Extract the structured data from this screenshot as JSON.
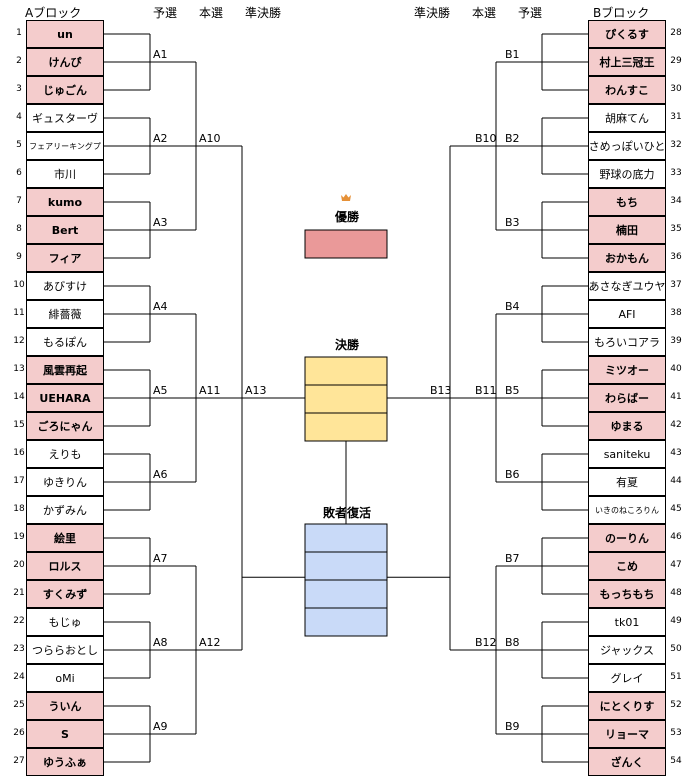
{
  "headers": {
    "block_a": "Aブロック",
    "block_b": "Bブロック",
    "prelim": "予選",
    "main_round": "本選",
    "semifinal": "準決勝"
  },
  "block_a": [
    {
      "num": "1",
      "name": "un",
      "hl": true
    },
    {
      "num": "2",
      "name": "けんぴ",
      "hl": true
    },
    {
      "num": "3",
      "name": "じゅごん",
      "hl": true
    },
    {
      "num": "4",
      "name": "ギュスターヴ",
      "hl": false
    },
    {
      "num": "5",
      "name": "フェアリーキングプ",
      "hl": false,
      "small": true
    },
    {
      "num": "6",
      "name": "市川",
      "hl": false
    },
    {
      "num": "7",
      "name": "kumo",
      "hl": true
    },
    {
      "num": "8",
      "name": "Bert",
      "hl": true
    },
    {
      "num": "9",
      "name": "フィア",
      "hl": true
    },
    {
      "num": "10",
      "name": "あびすけ",
      "hl": false
    },
    {
      "num": "11",
      "name": "緋薔薇",
      "hl": false
    },
    {
      "num": "12",
      "name": "もるぽん",
      "hl": false
    },
    {
      "num": "13",
      "name": "風雲再起",
      "hl": true
    },
    {
      "num": "14",
      "name": "UEHARA",
      "hl": true
    },
    {
      "num": "15",
      "name": "ごろにゃん",
      "hl": true
    },
    {
      "num": "16",
      "name": "えりも",
      "hl": false
    },
    {
      "num": "17",
      "name": "ゆきりん",
      "hl": false
    },
    {
      "num": "18",
      "name": "かずみん",
      "hl": false
    },
    {
      "num": "19",
      "name": "絵里",
      "hl": true
    },
    {
      "num": "20",
      "name": "ロルス",
      "hl": true
    },
    {
      "num": "21",
      "name": "すくみず",
      "hl": true
    },
    {
      "num": "22",
      "name": "もじゅ",
      "hl": false
    },
    {
      "num": "23",
      "name": "つららおとし",
      "hl": false
    },
    {
      "num": "24",
      "name": "oMi",
      "hl": false
    },
    {
      "num": "25",
      "name": "ういん",
      "hl": true
    },
    {
      "num": "26",
      "name": "S",
      "hl": true
    },
    {
      "num": "27",
      "name": "ゆうふぁ",
      "hl": true
    }
  ],
  "block_b": [
    {
      "num": "28",
      "name": "ぴくるす",
      "hl": true
    },
    {
      "num": "29",
      "name": "村上三冠王",
      "hl": true
    },
    {
      "num": "30",
      "name": "わんすこ",
      "hl": true
    },
    {
      "num": "31",
      "name": "胡麻てん",
      "hl": false
    },
    {
      "num": "32",
      "name": "さめっぽいひと",
      "hl": false
    },
    {
      "num": "33",
      "name": "野球の底力",
      "hl": false
    },
    {
      "num": "34",
      "name": "もち",
      "hl": true
    },
    {
      "num": "35",
      "name": "楠田",
      "hl": true
    },
    {
      "num": "36",
      "name": "おかもん",
      "hl": true
    },
    {
      "num": "37",
      "name": "あさなぎユウヤ",
      "hl": false
    },
    {
      "num": "38",
      "name": "AFI",
      "hl": false
    },
    {
      "num": "39",
      "name": "もろいコアラ",
      "hl": false
    },
    {
      "num": "40",
      "name": "ミツオー",
      "hl": true
    },
    {
      "num": "41",
      "name": "わらばー",
      "hl": true
    },
    {
      "num": "42",
      "name": "ゆまる",
      "hl": true
    },
    {
      "num": "43",
      "name": "saniteku",
      "hl": false
    },
    {
      "num": "44",
      "name": "有夏",
      "hl": false
    },
    {
      "num": "45",
      "name": "いきのねころりん",
      "hl": false,
      "small": true
    },
    {
      "num": "46",
      "name": "のーりん",
      "hl": true
    },
    {
      "num": "47",
      "name": "こめ",
      "hl": true
    },
    {
      "num": "48",
      "name": "もっちもち",
      "hl": true
    },
    {
      "num": "49",
      "name": "tk01",
      "hl": false
    },
    {
      "num": "50",
      "name": "ジャックス",
      "hl": false
    },
    {
      "num": "51",
      "name": "グレイ",
      "hl": false
    },
    {
      "num": "52",
      "name": "にとくりす",
      "hl": true
    },
    {
      "num": "53",
      "name": "リョーマ",
      "hl": true
    },
    {
      "num": "54",
      "name": "ざんく",
      "hl": true
    }
  ],
  "rounds": {
    "a_prelim": [
      "A1",
      "A2",
      "A3",
      "A4",
      "A5",
      "A6",
      "A7",
      "A8",
      "A9"
    ],
    "a_main": [
      "A10",
      "A11",
      "A12"
    ],
    "a_semi": "A13",
    "b_prelim": [
      "B1",
      "B2",
      "B3",
      "B4",
      "B5",
      "B6",
      "B7",
      "B8",
      "B9"
    ],
    "b_main": [
      "B10",
      "B11",
      "B12"
    ],
    "b_semi": "B13"
  },
  "center": {
    "champion_title": "優勝",
    "final_title": "決勝",
    "repechage_title": "敗者復活"
  },
  "colors": {
    "highlight": "#f4cccc",
    "champion": "#ea9999",
    "final": "#ffe599",
    "repechage": "#c9daf8",
    "crown": "#e69138"
  }
}
